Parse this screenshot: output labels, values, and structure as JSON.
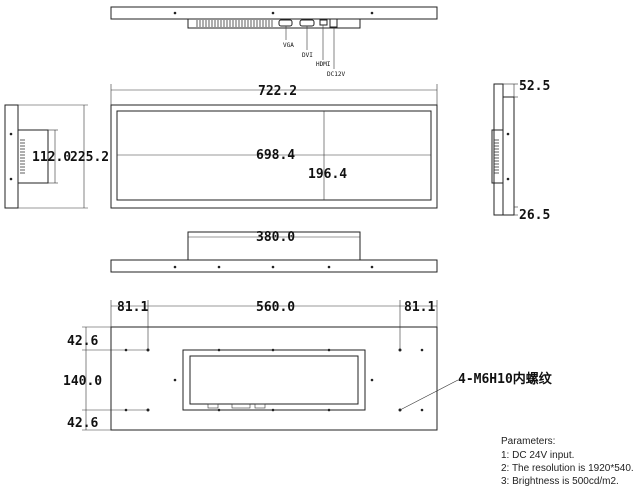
{
  "ports": {
    "vga": "VGA",
    "dvi": "DVI",
    "hdmi": "HDMI",
    "dc": "DC12V"
  },
  "dims": {
    "overall_width": "722.2",
    "overall_height": "225.2",
    "side_mount_height": "112.0",
    "screen_width": "698.4",
    "screen_height": "196.4",
    "depth_top": "52.5",
    "depth_bottom": "26.5",
    "bottom_bracket": "380.0",
    "hole_left": "81.1",
    "hole_center": "560.0",
    "hole_right": "81.1",
    "hole_top": "42.6",
    "hole_mid": "140.0",
    "hole_bottom": "42.6",
    "thread_label": "4-M6H10内螺纹"
  },
  "notes": {
    "title": "Parameters:",
    "items": [
      "1: DC 24V input.",
      "2: The resolution is 1920*540.",
      "3: Brightness is 500cd/m2."
    ]
  }
}
